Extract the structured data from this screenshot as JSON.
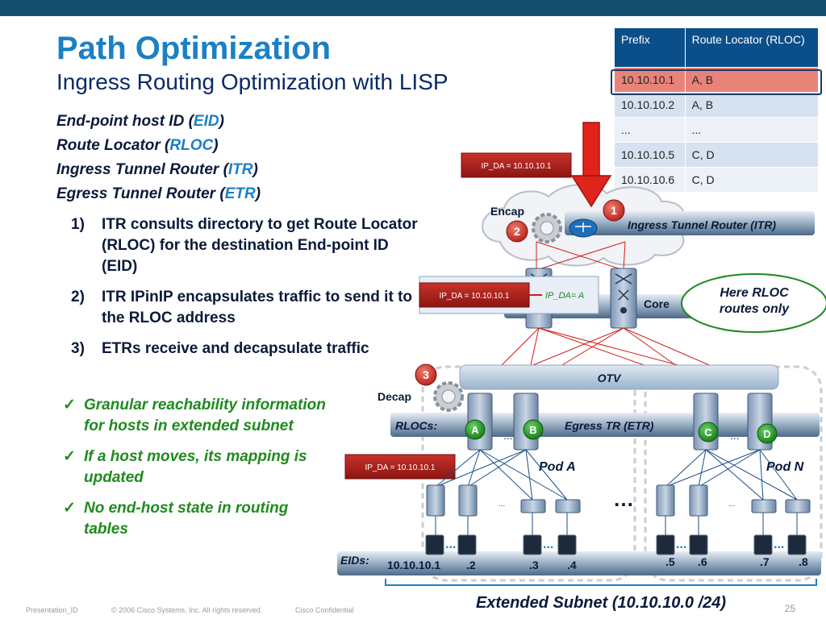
{
  "header": {
    "title": "Path Optimization",
    "subtitle": "Ingress Routing Optimization with LISP"
  },
  "terms": [
    {
      "prefix": "End-point host ID (",
      "acronym": "EID",
      "suffix": ")"
    },
    {
      "prefix": "Route Locator (",
      "acronym": "RLOC",
      "suffix": ")"
    },
    {
      "prefix": "Ingress Tunnel Router (",
      "acronym": "ITR",
      "suffix": ")"
    },
    {
      "prefix": "Egress Tunnel Router (",
      "acronym": "ETR",
      "suffix": ")"
    }
  ],
  "steps": [
    {
      "num": "1)",
      "text": "ITR consults directory to get Route Locator (RLOC) for the destination End-point ID (EID)"
    },
    {
      "num": "2)",
      "text": "ITR IPinIP encapsulates traffic to send it to the RLOC address"
    },
    {
      "num": "3)",
      "text": "ETRs receive and decapsulate traffic"
    }
  ],
  "checks": [
    {
      "mark": "✓",
      "text": "Granular reachability information for hosts in extended subnet"
    },
    {
      "mark": "✓",
      "text": "If a host moves, its mapping is updated"
    },
    {
      "mark": "✓",
      "text": "No end-host state in routing tables"
    }
  ],
  "table": {
    "headers": [
      "Prefix",
      "Route Locator (RLOC)"
    ],
    "rows": [
      [
        "10.10.10.1",
        "A, B"
      ],
      [
        "10.10.10.2",
        "A, B"
      ],
      [
        "...",
        "..."
      ],
      [
        "10.10.10.5",
        "C, D"
      ],
      [
        "10.10.10.6",
        "C, D"
      ]
    ]
  },
  "diagram": {
    "ip_da_top": "IP_DA = 10.10.10.1",
    "ip_da_core": "IP_DA = 10.10.10.1",
    "ip_da_outer": "IP_DA= A",
    "ip_da_pod": "IP_DA = 10.10.10.1",
    "encap": "Encap",
    "decap": "Decap",
    "step1": "1",
    "step2": "2",
    "step3": "3",
    "itr_label": "Ingress Tunnel Router (ITR)",
    "core_label": "Core",
    "rloc_note": "Here RLOC routes only",
    "otv_label": "OTV",
    "rlocs_label": "RLOCs:",
    "etr_label": "Egress TR (ETR)",
    "rloc_a": "A",
    "rloc_b": "B",
    "rloc_c": "C",
    "rloc_d": "D",
    "pod_a": "Pod A",
    "pod_n": "Pod N",
    "ellipsis": "…",
    "small_ellipsis": "...",
    "eids_label": "EIDs:",
    "eids": [
      "10.10.10.1",
      ".2",
      ".3",
      ".4",
      ".5",
      ".6",
      ".7",
      ".8"
    ],
    "subnet_label": "Extended Subnet (10.10.10.0 /24)"
  },
  "colors": {
    "title": "#1b80c4",
    "topbar": "#14506e",
    "table_header": "#0b4f8a",
    "highlight_row": "#e8837a",
    "green_text": "#1f8a1f"
  },
  "footer": {
    "presentation_id": "Presentation_ID",
    "copyright": "© 2006 Cisco Systems, Inc. All rights reserved.",
    "confidential": "Cisco Confidential",
    "page": "25"
  }
}
